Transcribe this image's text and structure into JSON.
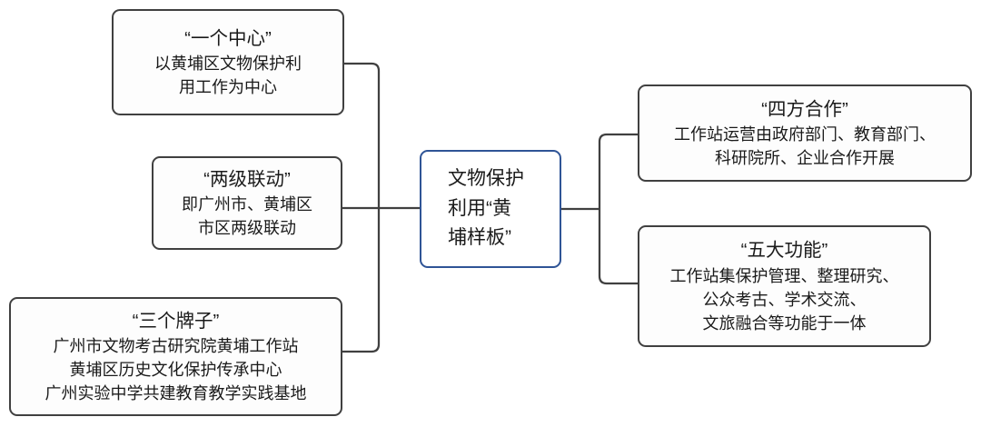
{
  "colors": {
    "connector": "#404040",
    "box-border": "#404040",
    "box-fill": "#fdfdfd",
    "center-border": "#2f5496",
    "text": "#1a1a1a"
  },
  "diagram": {
    "center": {
      "label": "文物保护\n利用“黄\n埔样板”"
    },
    "left": [
      {
        "title": "“一个中心”",
        "body": "以黄埔区文物保护利\n用工作为中心"
      },
      {
        "title": "“两级联动”",
        "body": "即广州市、黄埔区\n市区两级联动"
      },
      {
        "title": "“三个牌子”",
        "body": "广州市文物考古研究院黄埔工作站\n黄埔区历史文化保护传承中心\n广州实验中学共建教育教学实践基地"
      }
    ],
    "right": [
      {
        "title": "“四方合作”",
        "body": "工作站运营由政府部门、教育部门、\n科研院所、企业合作开展"
      },
      {
        "title": "“五大功能”",
        "body": "工作站集保护管理、整理研究、\n公众考古、学术交流、\n文旅融合等功能于一体"
      }
    ]
  }
}
